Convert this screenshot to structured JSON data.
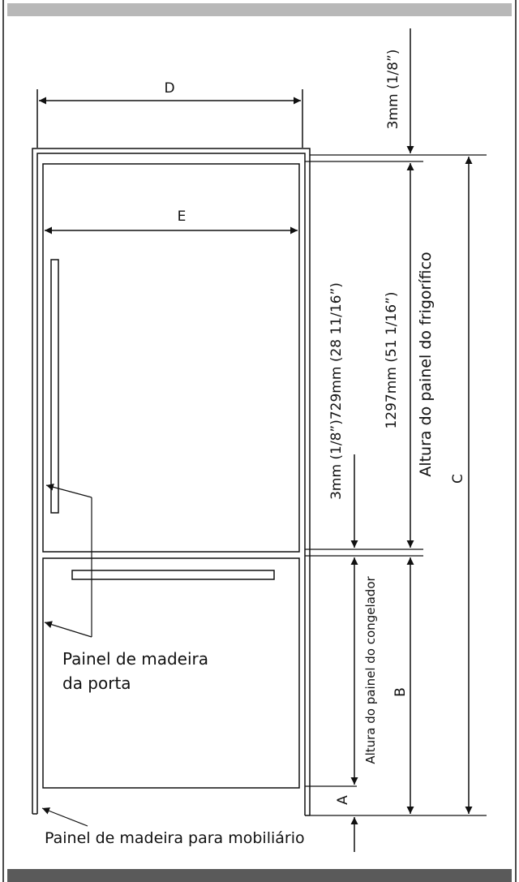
{
  "dimensions": {
    "d": "D",
    "e": "E",
    "top_gap": "3mm (1/8”)",
    "fridge_height": "1297mm (51 1/16”)",
    "fridge_panel": "Altura do painel do frigorífico",
    "freezer_gap": "3mm (1/8”)729mm (28 11/16”)",
    "c": "C",
    "b": "B",
    "a": "A",
    "freezer_panel": "Altura do painel do congelador"
  },
  "callouts": {
    "door_panel_line1": "Painel de madeira",
    "door_panel_line2": "da porta",
    "furniture_panel": "Painel de madeira para mobiliário"
  },
  "colors": {
    "top_bar": "#b8b8b8",
    "bottom_bar": "#5a5a5a",
    "line": "#111111"
  }
}
